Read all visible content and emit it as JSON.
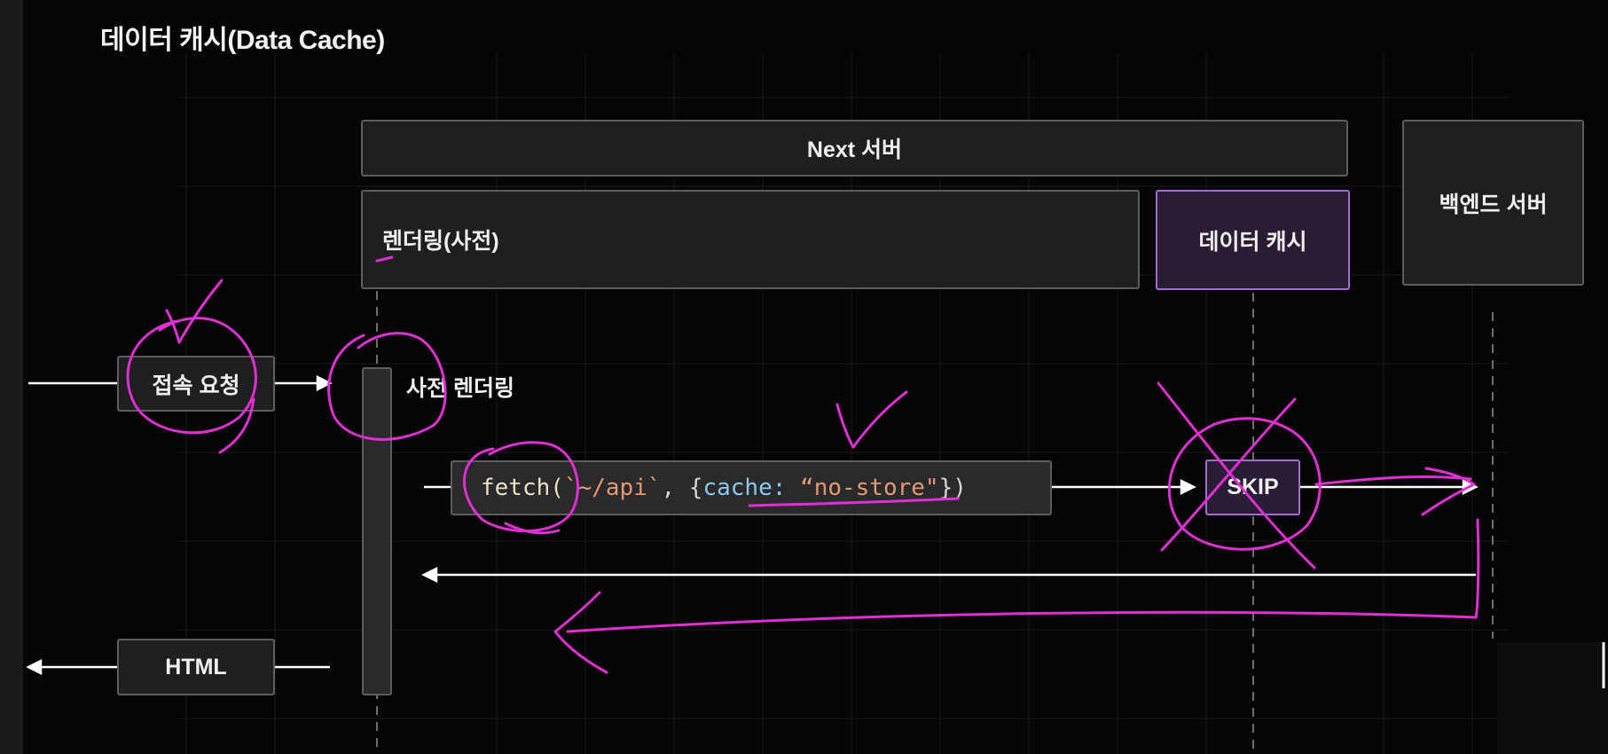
{
  "title": "데이터 캐시(Data Cache)",
  "next_server": "Next 서버",
  "rendering": "렌더링(사전)",
  "data_cache": "데이터 캐시",
  "backend_server": "백엔드 서버",
  "access_request": "접속 요청",
  "prerendering": "사전 렌더링",
  "skip": "SKIP",
  "html": "HTML",
  "fetch_code": {
    "fn": "fetch(",
    "str1": "`~/api`",
    "comma": ", {",
    "key": "cache:",
    "str2": " “no-store\"",
    "close": "})"
  },
  "colors": {
    "annotation": "#e02fd2",
    "purple_border": "#a66ad6"
  }
}
